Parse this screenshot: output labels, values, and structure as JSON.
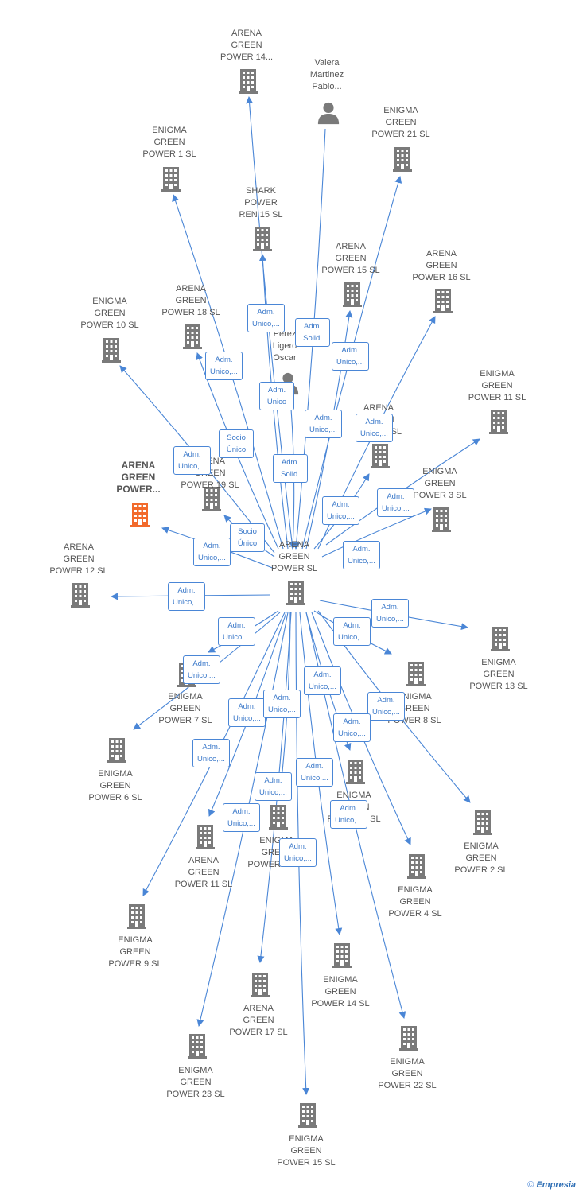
{
  "colors": {
    "edge": "#4a86d6",
    "node": "#7a7a7a",
    "highlight": "#f26a2b"
  },
  "footer": {
    "copyright": "©",
    "brand": "Empresia"
  },
  "center": {
    "label": "ARENA\nGREEN\nPOWER  SL",
    "icon": "building-icon"
  },
  "nodes": [
    {
      "id": "n1",
      "label": "ARENA\nGREEN\nPOWER 14...",
      "icon": "building-icon"
    },
    {
      "id": "n2",
      "label": "Valera\nMartinez\nPablo...",
      "icon": "person-icon"
    },
    {
      "id": "n3",
      "label": "ENIGMA\nGREEN\nPOWER 21  SL",
      "icon": "building-icon"
    },
    {
      "id": "n4",
      "label": "ENIGMA\nGREEN\nPOWER 1  SL",
      "icon": "building-icon"
    },
    {
      "id": "n5",
      "label": "SHARK\nPOWER\nREN 15  SL",
      "icon": "building-icon"
    },
    {
      "id": "n6",
      "label": "ARENA\nGREEN\nPOWER 15  SL",
      "icon": "building-icon"
    },
    {
      "id": "n7",
      "label": "ARENA\nGREEN\nPOWER 16  SL",
      "icon": "building-icon"
    },
    {
      "id": "n8",
      "label": "ENIGMA\nGREEN\nPOWER 10  SL",
      "icon": "building-icon"
    },
    {
      "id": "n9",
      "label": "ARENA\nGREEN\nPOWER 18  SL",
      "icon": "building-icon"
    },
    {
      "id": "n10",
      "label": "Perez\nLigero\nOscar",
      "icon": "person-icon"
    },
    {
      "id": "n11",
      "label": "ENIGMA\nGREEN\nPOWER 11  SL",
      "icon": "building-icon"
    },
    {
      "id": "n12",
      "label": "ARENA\nGREEN\nPOWER...",
      "icon": "building-icon",
      "highlight": true
    },
    {
      "id": "n13",
      "label": "ARENA\nGREEN\nPOWER 19  SL",
      "icon": "building-icon"
    },
    {
      "id": "n14",
      "label": "ARENA\nGREEN\nPOWER  SL",
      "icon": "building-icon"
    },
    {
      "id": "n15",
      "label": "ENIGMA\nGREEN\nPOWER 3  SL",
      "icon": "building-icon"
    },
    {
      "id": "n16",
      "label": "ARENA\nGREEN\nPOWER 12  SL",
      "icon": "building-icon"
    },
    {
      "id": "n17",
      "label": "ENIGMA\nGREEN\nPOWER 13  SL",
      "icon": "building-icon"
    },
    {
      "id": "n18",
      "label": "ENIGMA\nGREEN\nPOWER 7  SL",
      "icon": "building-icon"
    },
    {
      "id": "n19",
      "label": "ENIGMA\nGREEN\nPOWER 8  SL",
      "icon": "building-icon"
    },
    {
      "id": "n20",
      "label": "ENIGMA\nGREEN\nPOWER 6  SL",
      "icon": "building-icon"
    },
    {
      "id": "n21",
      "label": "ENIGMA\nGREEN\nPOWER 5  SL",
      "icon": "building-icon"
    },
    {
      "id": "n22",
      "label": "ENIGMA\nGREEN\nPOWER 12  SL",
      "icon": "building-icon"
    },
    {
      "id": "n23",
      "label": "ENIGMA\nGREEN\nPOWER 2  SL",
      "icon": "building-icon"
    },
    {
      "id": "n24",
      "label": "ARENA\nGREEN\nPOWER 11  SL",
      "icon": "building-icon"
    },
    {
      "id": "n25",
      "label": "ENIGMA\nGREEN\nPOWER 4  SL",
      "icon": "building-icon"
    },
    {
      "id": "n26",
      "label": "ENIGMA\nGREEN\nPOWER 9  SL",
      "icon": "building-icon"
    },
    {
      "id": "n27",
      "label": "ENIGMA\nGREEN\nPOWER 14  SL",
      "icon": "building-icon"
    },
    {
      "id": "n28",
      "label": "ARENA\nGREEN\nPOWER 17  SL",
      "icon": "building-icon"
    },
    {
      "id": "n29",
      "label": "ENIGMA\nGREEN\nPOWER 22  SL",
      "icon": "building-icon"
    },
    {
      "id": "n30",
      "label": "ENIGMA\nGREEN\nPOWER 23  SL",
      "icon": "building-icon"
    },
    {
      "id": "n31",
      "label": "ENIGMA\nGREEN\nPOWER 15  SL",
      "icon": "building-icon"
    }
  ],
  "edges": [
    {
      "label": "Adm.\nUnico,..."
    },
    {
      "label": "Adm.\nSolid."
    },
    {
      "label": "Adm.\nUnico,..."
    },
    {
      "label": "Adm.\nUnico,..."
    },
    {
      "label": "Adm.\nUnico"
    },
    {
      "label": "Adm.\nUnico,..."
    },
    {
      "label": "Adm.\nUnico,..."
    },
    {
      "label": "Adm.\nUnico,..."
    },
    {
      "label": "Socio\nÚnico"
    },
    {
      "label": "Adm.\nUnico,..."
    },
    {
      "label": "Adm.\nSolid."
    },
    {
      "label": "Adm.\nUnico,..."
    },
    {
      "label": "Adm.\nUnico,..."
    },
    {
      "label": "Socio\nÚnico"
    },
    {
      "label": "Adm.\nUnico,..."
    },
    {
      "label": "Adm.\nUnico,..."
    },
    {
      "label": "Adm.\nUnico,..."
    },
    {
      "label": "Adm.\nUnico,..."
    },
    {
      "label": "Adm.\nUnico,..."
    },
    {
      "label": "Adm.\nUnico,..."
    },
    {
      "label": "Adm.\nUnico,..."
    },
    {
      "label": "Adm.\nUnico,..."
    },
    {
      "label": "Adm.\nUnico,..."
    },
    {
      "label": "Adm.\nUnico,..."
    },
    {
      "label": "Adm.\nUnico,..."
    },
    {
      "label": "Adm.\nUnico,..."
    },
    {
      "label": "Adm.\nUnico,..."
    },
    {
      "label": "Adm.\nUnico,..."
    },
    {
      "label": "Adm.\nUnico,..."
    },
    {
      "label": "Adm.\nUnico,..."
    },
    {
      "label": "Adm.\nUnico,..."
    }
  ]
}
